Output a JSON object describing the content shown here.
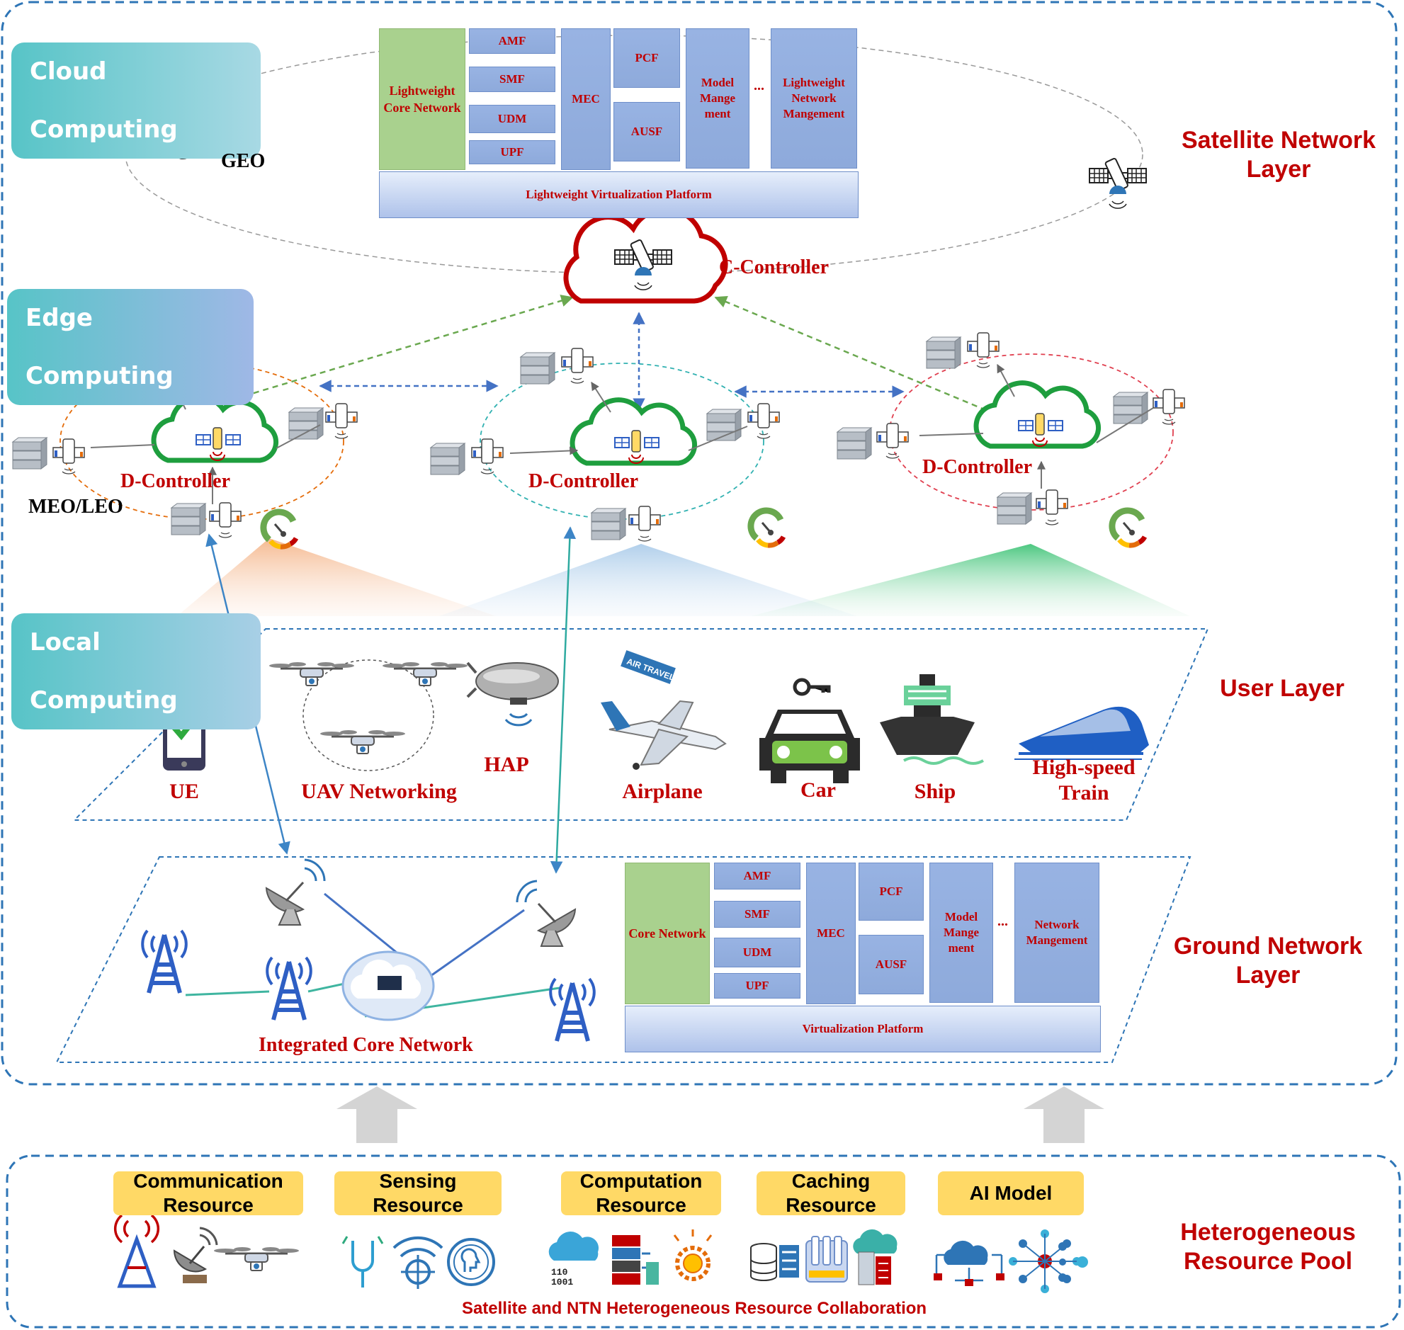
{
  "layers": {
    "satellite": "Satellite Network Layer",
    "user": "User Layer",
    "ground": "Ground Network Layer",
    "resource_pool": "Heterogeneous Resource Pool"
  },
  "computing_labels": {
    "cloud": "Cloud Computing",
    "edge": "Edge Computing",
    "local": "Local Computing"
  },
  "orbits": {
    "geo": "GEO",
    "meo_leo": "MEO/LEO"
  },
  "controllers": {
    "central": "C-Controller",
    "distributed_left": "D-Controller",
    "distributed_middle": "D-Controller",
    "distributed_right": "D-Controller"
  },
  "satellite_core": {
    "core_block": "Lightweight Core Network",
    "nf_column_1": [
      "AMF",
      "SMF",
      "UDM",
      "UPF"
    ],
    "mec": "MEC",
    "nf_column_2": [
      "PCF",
      "AUSF"
    ],
    "model": "Model Mange ment",
    "ellipsis": "...",
    "network": "Lightweight Network Mangement",
    "platform": "Lightweight Virtualization Platform"
  },
  "ground_core": {
    "core_block": "Core Network",
    "nf_column_1": [
      "AMF",
      "SMF",
      "UDM",
      "UPF"
    ],
    "mec": "MEC",
    "nf_column_2": [
      "PCF",
      "AUSF"
    ],
    "model": "Model Mange ment",
    "ellipsis": "...",
    "network": "Network Mangement",
    "platform": "Virtualization Platform"
  },
  "devices": [
    "UE",
    "UAV Networking",
    "HAP",
    "Airplane",
    "Car",
    "Ship",
    "High-speed Train"
  ],
  "ground_label": "Integrated Core Network",
  "resources": [
    "Communication Resource",
    "Sensing Resource",
    "Computation Resource",
    "Caching Resource",
    "AI Model"
  ],
  "footer": "Satellite and NTN Heterogeneous Resource Collaboration",
  "colors": {
    "label_red": "#c00000",
    "dashed_blue": "#2e75b6",
    "nf_blue": "#8eaadb",
    "core_green": "#a9d18e",
    "resource_yellow": "#ffd966",
    "controller_red": "#c00000",
    "controller_green": "#1e9e3e"
  },
  "icons": [
    "satellite-icon",
    "cloud-icon",
    "server-icon",
    "smartphone-icon",
    "drone-icon",
    "airship-icon",
    "airplane-icon",
    "car-icon",
    "ship-icon",
    "train-icon",
    "dish-antenna-icon",
    "cell-tower-icon",
    "gauge-icon"
  ]
}
